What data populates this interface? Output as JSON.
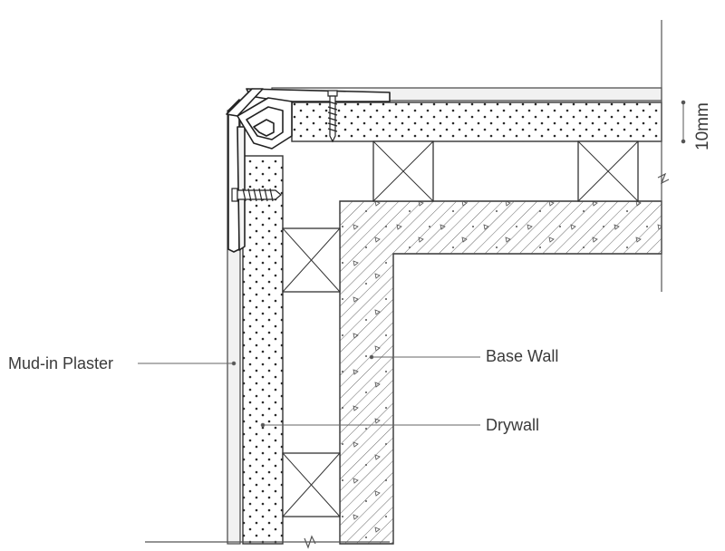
{
  "labels": {
    "mud_in_plaster": "Mud-in Plaster",
    "base_wall": "Base Wall",
    "drywall": "Drywall",
    "dimension": "10mm"
  }
}
